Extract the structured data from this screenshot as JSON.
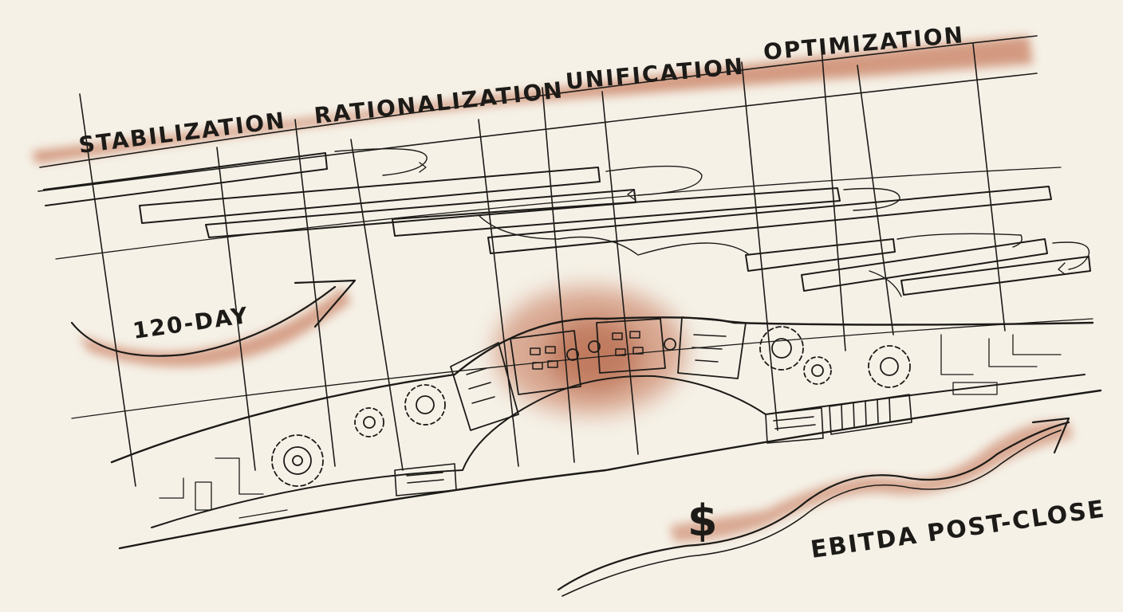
{
  "phases": [
    "STABILIZATION",
    "RATIONALIZATION",
    "UNIFICATION",
    "OPTIMIZATION"
  ],
  "duration_label": "120-DAY",
  "currency_symbol": "$",
  "outcome_label": "EBITDA POST-CLOSE",
  "colors": {
    "paper": "#f5f1e7",
    "ink": "#1d1b18",
    "wash": "#b8532f"
  }
}
